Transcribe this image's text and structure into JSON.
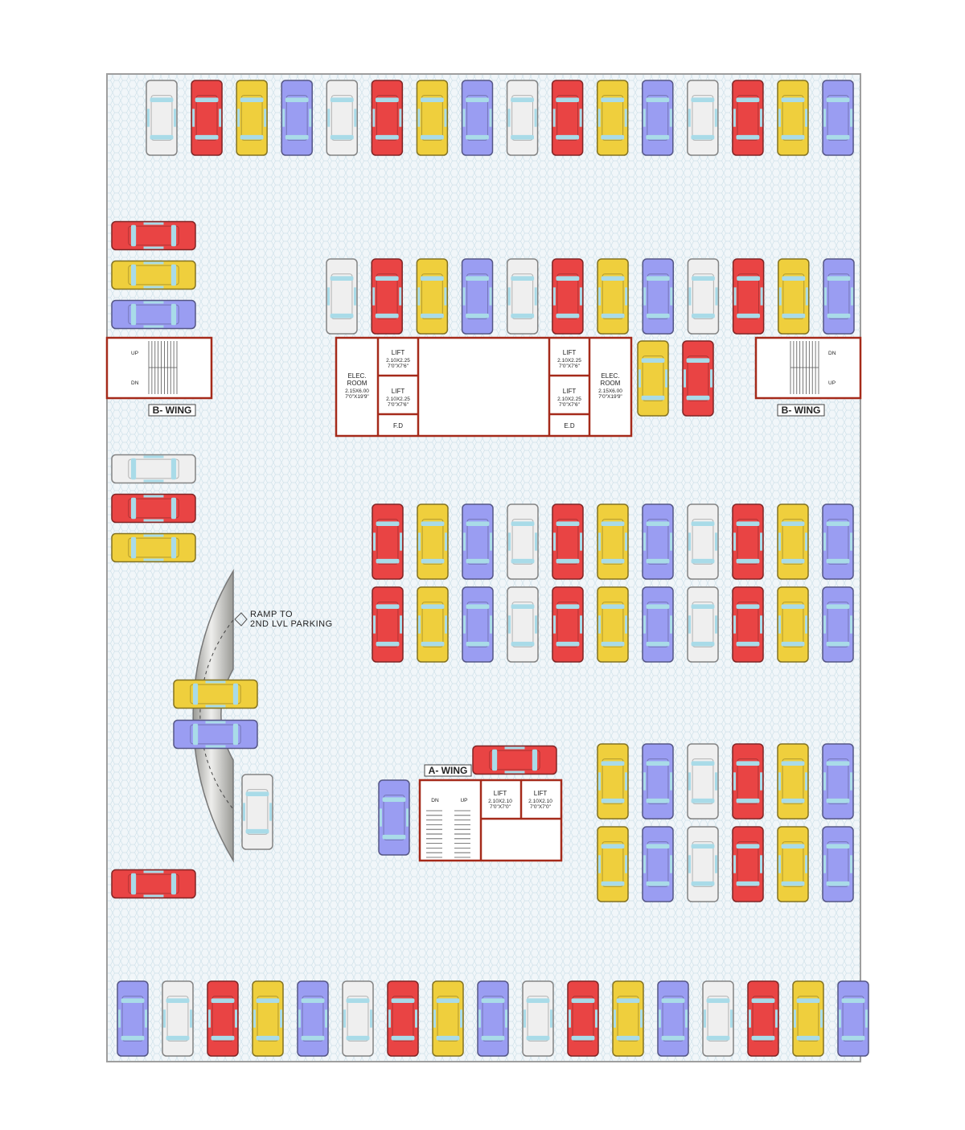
{
  "plan": {
    "colors": {
      "wall": "#a52a1a",
      "grid_fill": "#f1f6f9",
      "grid_line": "#cfe1ea",
      "ramp_light": "#eeeeec",
      "ramp_dark": "#9a9a96",
      "car_red": "#e94444",
      "car_yellow": "#efcf3d",
      "car_blue": "#9a9df2",
      "car_white": "#efefef",
      "car_glass": "#a9dbe8"
    },
    "labels": {
      "b_wing_left": "B- WING",
      "b_wing_right": "B- WING",
      "a_wing": "A- WING",
      "ramp_line1": "RAMP TO",
      "ramp_line2": "2ND LVL PARKING",
      "lift": "LIFT",
      "lift_size_a": "2.10X2.25",
      "lift_ft_a": "7'0\"X7'6\"",
      "lift_size_b": "2.10X2.10",
      "lift_ft_b": "7'0\"X7'0\"",
      "elec_line1": "ELEC.",
      "elec_line2": "ROOM",
      "elec_size": "2.15X6.00",
      "elec_ft": "7'0\"X19'9\"",
      "fd": "F.D",
      "ed": "E.D",
      "up": "UP",
      "dn": "DN"
    },
    "car_rows": [
      {
        "id": "top",
        "colors": [
          "white",
          "red",
          "yellow",
          "blue",
          "white",
          "red",
          "yellow",
          "blue",
          "white",
          "red",
          "yellow",
          "blue",
          "white",
          "red",
          "yellow",
          "blue"
        ]
      },
      {
        "id": "core-top",
        "colors": [
          "white",
          "red",
          "yellow",
          "blue",
          "white",
          "red",
          "yellow",
          "blue",
          "white",
          "red",
          "yellow",
          "blue"
        ]
      },
      {
        "id": "middle-1",
        "colors": [
          "red",
          "yellow",
          "blue",
          "white",
          "red",
          "yellow",
          "blue",
          "white",
          "red",
          "yellow",
          "blue"
        ]
      },
      {
        "id": "middle-2",
        "colors": [
          "red",
          "yellow",
          "blue",
          "white",
          "red",
          "yellow",
          "blue",
          "white",
          "red",
          "yellow",
          "blue"
        ]
      },
      {
        "id": "right-1",
        "colors": [
          "yellow",
          "blue",
          "white",
          "red",
          "yellow",
          "blue"
        ]
      },
      {
        "id": "right-2",
        "colors": [
          "yellow",
          "blue",
          "white",
          "red",
          "yellow",
          "blue"
        ]
      },
      {
        "id": "bottom",
        "colors": [
          "blue",
          "white",
          "red",
          "yellow",
          "blue",
          "white",
          "red",
          "yellow",
          "blue",
          "white",
          "red",
          "yellow",
          "blue",
          "white",
          "red",
          "yellow",
          "blue"
        ]
      },
      {
        "id": "left-upper",
        "colors": [
          "red",
          "yellow",
          "blue"
        ]
      },
      {
        "id": "left-middle",
        "colors": [
          "white",
          "red",
          "yellow"
        ]
      },
      {
        "id": "ramp-inner",
        "colors": [
          "yellow",
          "blue"
        ]
      }
    ],
    "single_cars": [
      {
        "id": "core-right-1",
        "color": "yellow"
      },
      {
        "id": "core-right-2",
        "color": "red"
      },
      {
        "id": "ramp-end",
        "color": "white"
      },
      {
        "id": "left-lower",
        "color": "red"
      },
      {
        "id": "a-wing-top",
        "color": "red"
      },
      {
        "id": "a-wing-left",
        "color": "blue"
      }
    ]
  }
}
